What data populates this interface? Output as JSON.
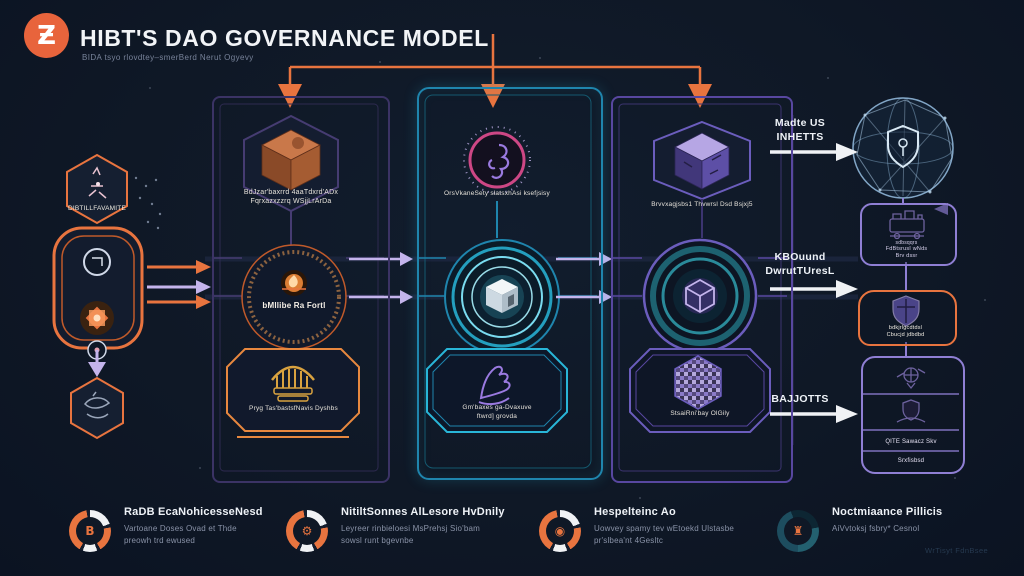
{
  "colors": {
    "orange": "#e8743f",
    "cyan": "#29b6d8",
    "purple": "#8f7fd4",
    "lavender": "#c4b4ec",
    "bg": "#0f1826"
  },
  "header": {
    "logo_glyph": "Ƶ",
    "title": "HIBT'S DAO GOVERNANCE MODEL",
    "subtitle": "BIDA tsyo rlovdtey–smerBerd Nerut Ogyevy"
  },
  "left_column": {
    "top_hex_label": "DIBTILLFAVAMITE"
  },
  "panels": [
    {
      "top_line1": "BdJzar'baxrrd 4aaTdxrd'ADx",
      "top_line2": "Fqrxazxzzrq WSjjLrArDa",
      "center_label": "bMllibe Ra Fortl",
      "bottom_line1": "Pryg Tas'bastsfNavis Dyshbs",
      "bottom_line2": ""
    },
    {
      "top_line1": "OrsVkaneSety slatsxhAsi ksefjsisy",
      "top_line2": "",
      "center_label": "",
      "bottom_line1": "Gm'baxes ga-Dvaxuve",
      "bottom_line2": "ftwrd] grovda"
    },
    {
      "top_line1": "Brvvxagjsbs1 Thvwrsl Dsd Bsjxj5",
      "top_line2": "",
      "center_label": "",
      "bottom_line1": "StsaiRni'bay OlGily",
      "bottom_line2": ""
    }
  ],
  "right_column": {
    "flow1_line1": "Madte US",
    "flow1_line2": "INHETTS",
    "node1_lines": [
      "sdbsqqrs",
      "FdBtsrusI wNds",
      "Brv dssr"
    ],
    "flow2_line1": "KBOuund",
    "flow2_line2": "DwrutTUresL",
    "node2_lines": [
      "bdkjrlgcdtdsl",
      "Cbucjd jdbdbd"
    ],
    "flow3_line1": "BAJJOTTS",
    "node3_rows": [
      "QITE Sawacz Skv",
      "Srxfisbsd"
    ]
  },
  "legend": {
    "items": [
      {
        "glyph": "B",
        "title": "RaDB EcaNohicesseNesd",
        "sub1": "Vartoane Doses Ovad et Thde",
        "sub2": "preowh trd ewused"
      },
      {
        "glyph": "⚙",
        "title": "NitiltSonnes AlLesore HvDnily",
        "sub1": "Leyreer rinbieloesi MsPrehsj Sio'bam",
        "sub2": "sowsl runt bgevnbe"
      },
      {
        "glyph": "◉",
        "title": "Hespelteinc Ao",
        "sub1": "Uowvey spamy tev wEtoekd Ulstasbe",
        "sub2": "pr'slbea'nt 4Gesltc"
      },
      {
        "glyph": "♜",
        "title": "Noctmiaance Pillicis",
        "sub1": "AiVvtoksj fsbry* Cesnol",
        "sub2": ""
      }
    ]
  },
  "watermark": "WrTisyt FdnBsee"
}
